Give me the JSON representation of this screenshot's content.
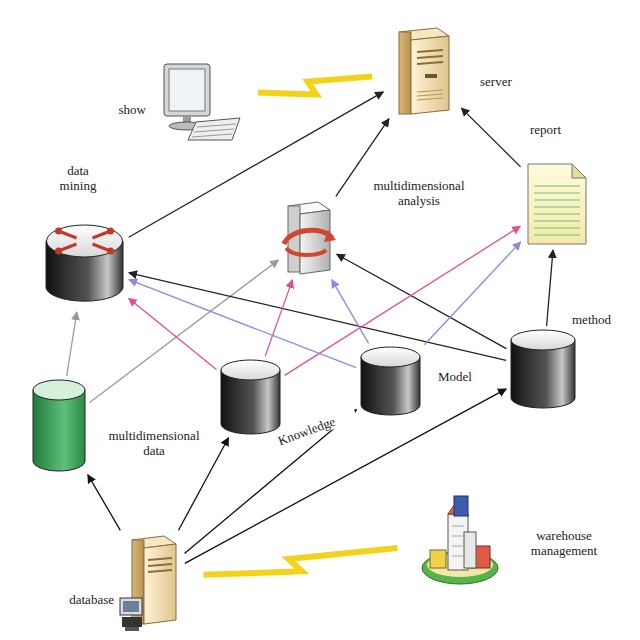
{
  "diagram": {
    "nodes": [
      {
        "text": [
          "show"
        ]
      },
      {
        "text": [
          "server"
        ]
      },
      {
        "text": [
          "data mining"
        ]
      },
      {
        "text": [
          "multidimensional analysis"
        ]
      },
      {
        "text": [
          "report"
        ]
      },
      {
        "text": [
          "method"
        ]
      },
      {
        "text": [
          "Model"
        ]
      },
      {
        "text": [
          "Knowledge"
        ]
      },
      {
        "text": [
          "multidimensional data"
        ]
      },
      {
        "text": [
          "database"
        ]
      },
      {
        "text": [
          "warehouse management"
        ]
      }
    ],
    "edges": [
      {
        "from": 0,
        "to": 1,
        "arrow": "none"
      },
      {
        "from": 9,
        "to": 10,
        "arrow": "none"
      },
      {
        "from": 9,
        "to": 8,
        "arrow": "to"
      },
      {
        "from": 9,
        "to": 7,
        "arrow": "to"
      },
      {
        "from": 9,
        "to": 6,
        "arrow": "to"
      },
      {
        "from": 9,
        "to": 5,
        "arrow": "to"
      },
      {
        "from": 8,
        "to": 2,
        "arrow": "to"
      },
      {
        "from": 8,
        "to": 3,
        "arrow": "to"
      },
      {
        "from": 2,
        "to": 1,
        "arrow": "to"
      },
      {
        "from": 3,
        "to": 1,
        "arrow": "to"
      },
      {
        "from": 4,
        "to": 1,
        "arrow": "to"
      },
      {
        "from": 5,
        "to": 4,
        "arrow": "to"
      },
      {
        "from": 5,
        "to": 2,
        "arrow": "to"
      },
      {
        "from": 5,
        "to": 3,
        "arrow": "to"
      },
      {
        "from": 7,
        "to": 2,
        "arrow": "to"
      },
      {
        "from": 7,
        "to": 3,
        "arrow": "to"
      },
      {
        "from": 7,
        "to": 4,
        "arrow": "to"
      },
      {
        "from": 6,
        "to": 2,
        "arrow": "to"
      },
      {
        "from": 6,
        "to": 3,
        "arrow": "to"
      },
      {
        "from": 6,
        "to": 4,
        "arrow": "to"
      }
    ]
  }
}
